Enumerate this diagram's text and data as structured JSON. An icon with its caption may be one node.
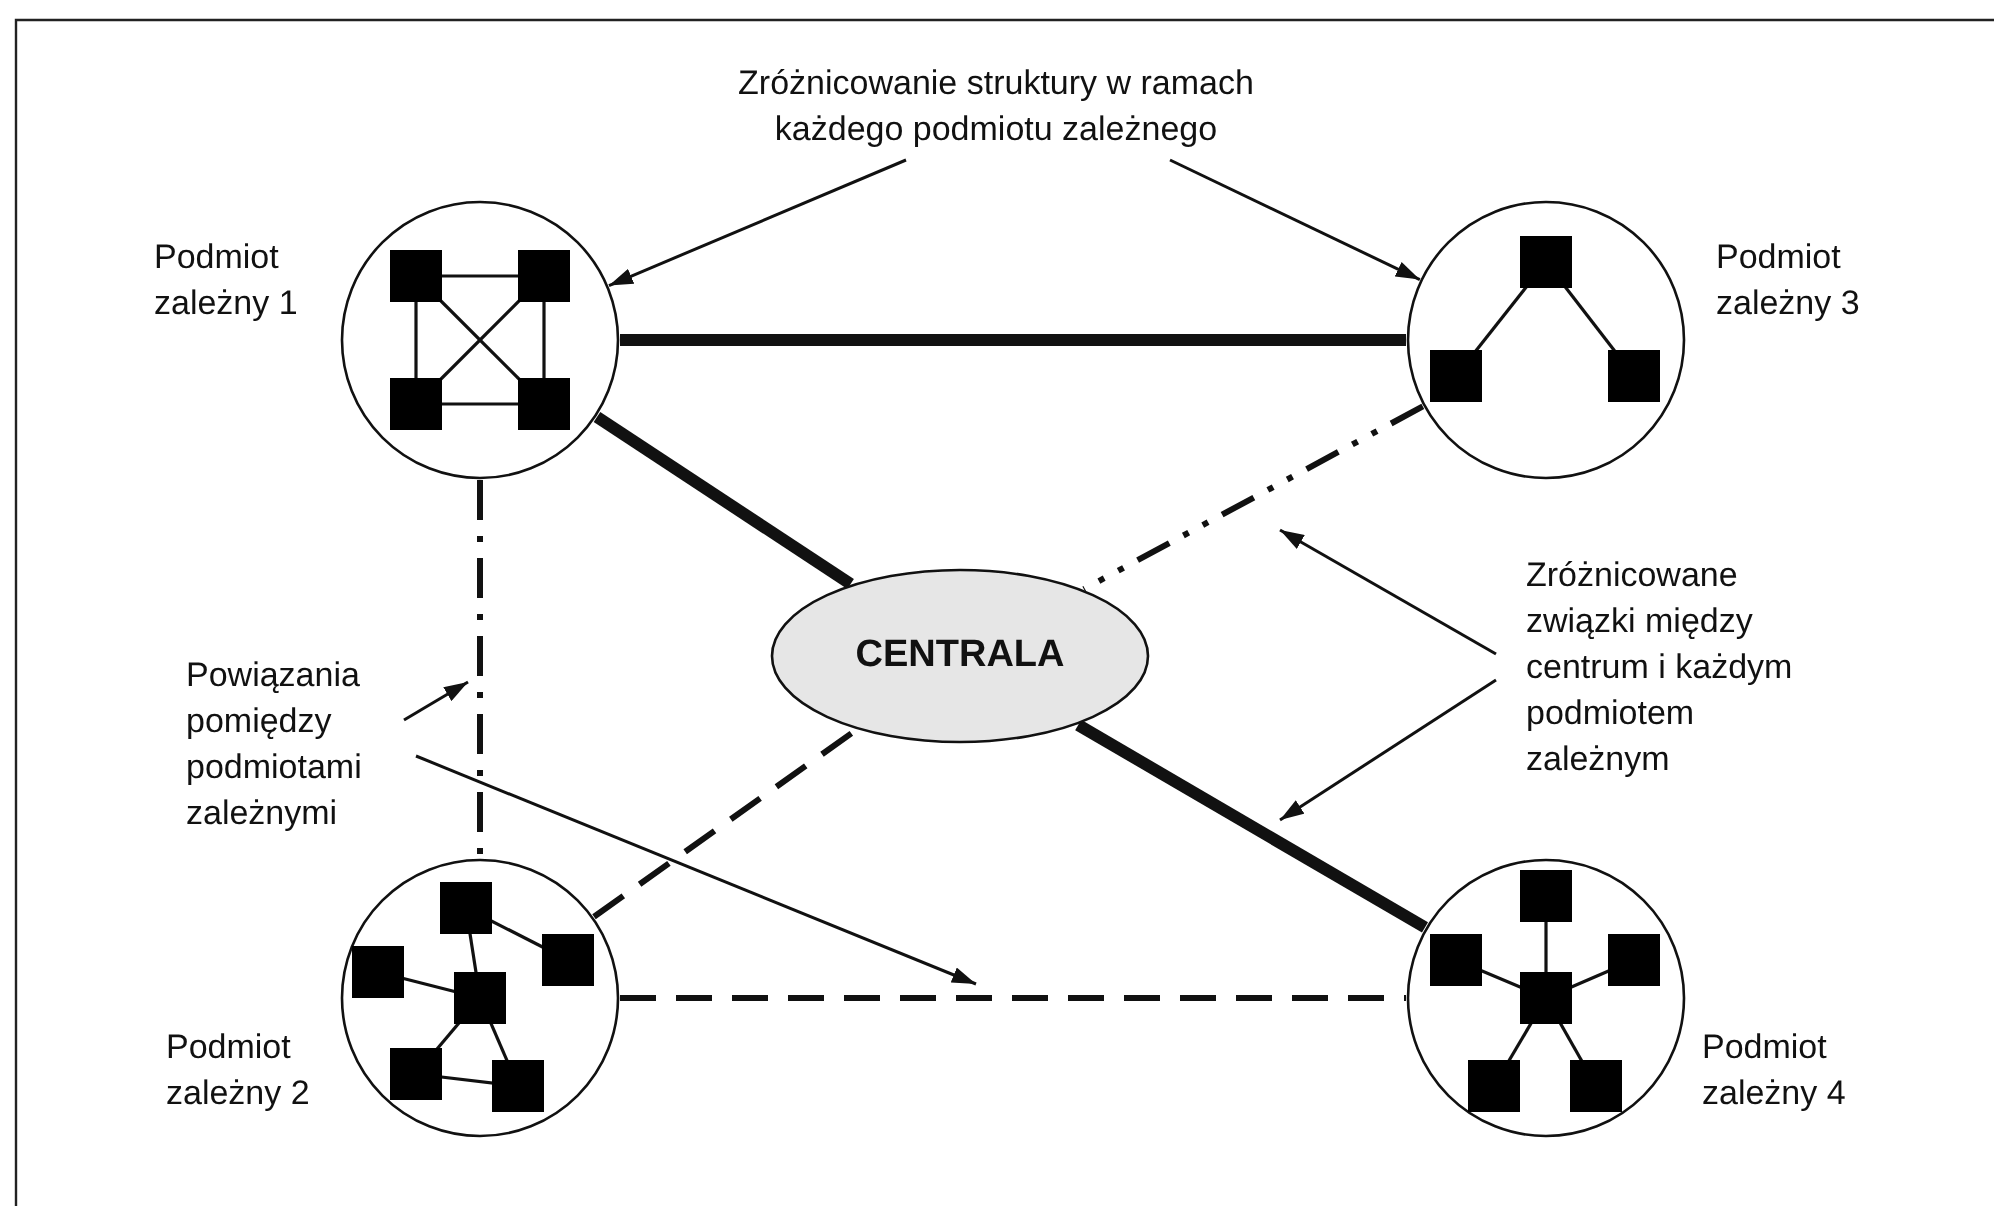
{
  "diagram": {
    "nodes": [
      {
        "text": [
          "Zróżnicowanie struktury w ramach każdego podmiotu zależnego"
        ]
      },
      {
        "text": [
          "Podmiot zależny 1"
        ]
      },
      {
        "text": [
          "Podmiot zależny 3"
        ]
      },
      {
        "text": [
          "CENTRALA"
        ]
      },
      {
        "text": [
          "Zróżnicowane związki między centrum i każdym podmiotem zależnym"
        ]
      },
      {
        "text": [
          "Powiązania pomiędzy podmiotami zależnymi"
        ]
      },
      {
        "text": [
          "Podmiot zależny 2"
        ]
      },
      {
        "text": [
          "Podmiot zależny 4"
        ]
      }
    ],
    "edges": [
      {
        "from": 1,
        "to": 2,
        "arrow": "none",
        "style": "thick"
      },
      {
        "from": 1,
        "to": 3,
        "arrow": "none",
        "style": "thick"
      },
      {
        "from": 3,
        "to": 7,
        "arrow": "none",
        "style": "thick"
      },
      {
        "from": 2,
        "to": 3,
        "arrow": "none",
        "style": "dashed"
      },
      {
        "from": 1,
        "to": 6,
        "arrow": "none",
        "style": "dashed"
      },
      {
        "from": 6,
        "to": 3,
        "arrow": "none",
        "style": "dashed"
      },
      {
        "from": 6,
        "to": 7,
        "arrow": "none",
        "style": "dashed"
      },
      {
        "from": 0,
        "to": 1,
        "arrow": "to"
      },
      {
        "from": 0,
        "to": 2,
        "arrow": "to"
      },
      {
        "from": 4,
        "to": null,
        "arrow": "to"
      },
      {
        "from": 4,
        "to": null,
        "arrow": "to"
      },
      {
        "from": 5,
        "to": null,
        "arrow": "to"
      },
      {
        "from": 5,
        "to": null,
        "arrow": "to"
      }
    ]
  }
}
